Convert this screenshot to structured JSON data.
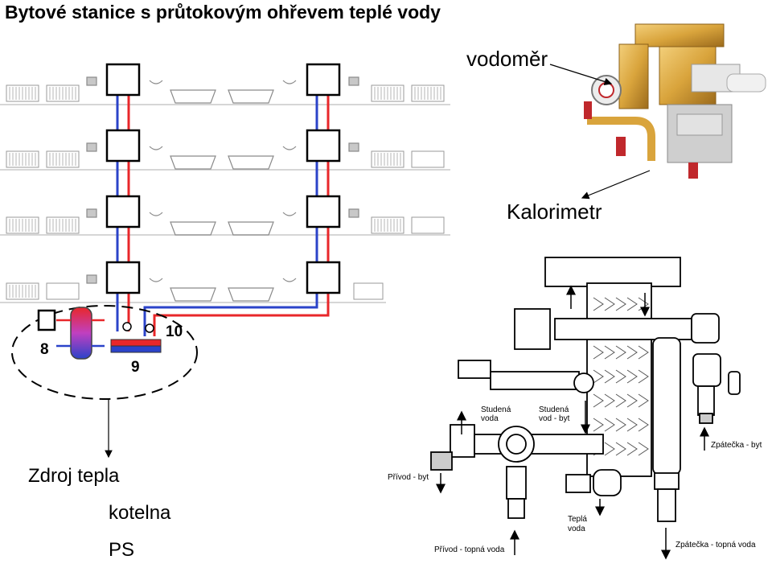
{
  "title": "Bytové stanice s průtokovým ohřevem teplé vody",
  "labels": {
    "vodomer": "vodoměr",
    "kalorimetr": "Kalorimetr",
    "zdroj": "Zdroj tepla",
    "kotelna": "kotelna",
    "ps": "PS"
  },
  "diagram_numbers": {
    "n8": "8",
    "n9": "9",
    "n10": "10"
  },
  "technical_labels": {
    "studena_voda": [
      "Studená",
      "voda"
    ],
    "studena_vod_byt": [
      "Studená",
      "vod - byt"
    ],
    "tepla_voda": [
      "Teplá",
      "voda"
    ],
    "privod_byt": "Přívod - byt",
    "zpatecka_byt": "Zpátečka - byt",
    "privod_topna_voda": "Přívod - topná voda",
    "zpatecka_topna_voda": "Zpátečka - topná voda"
  },
  "colors": {
    "supply": "#e8272a",
    "return": "#2b43c9",
    "brass": "#d9a43c",
    "valve_red": "#c0282c"
  }
}
